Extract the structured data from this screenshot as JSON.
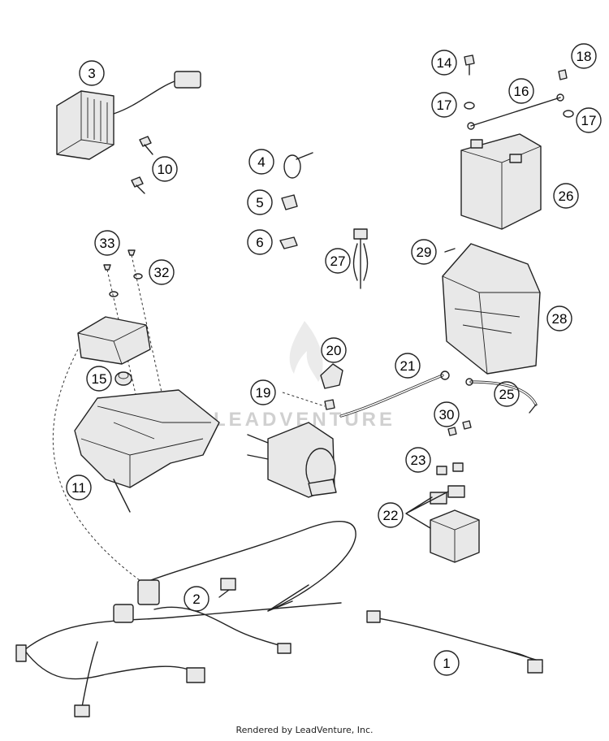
{
  "labels": [
    "1",
    "2",
    "3",
    "4",
    "5",
    "6",
    "10",
    "11",
    "14",
    "15",
    "16",
    "17",
    "17",
    "18",
    "19",
    "20",
    "21",
    "22",
    "23",
    "25",
    "26",
    "27",
    "28",
    "29",
    "30",
    "32",
    "33"
  ],
  "watermark": "LEADVENTURE",
  "footer": "Rendered by LeadVenture, Inc."
}
